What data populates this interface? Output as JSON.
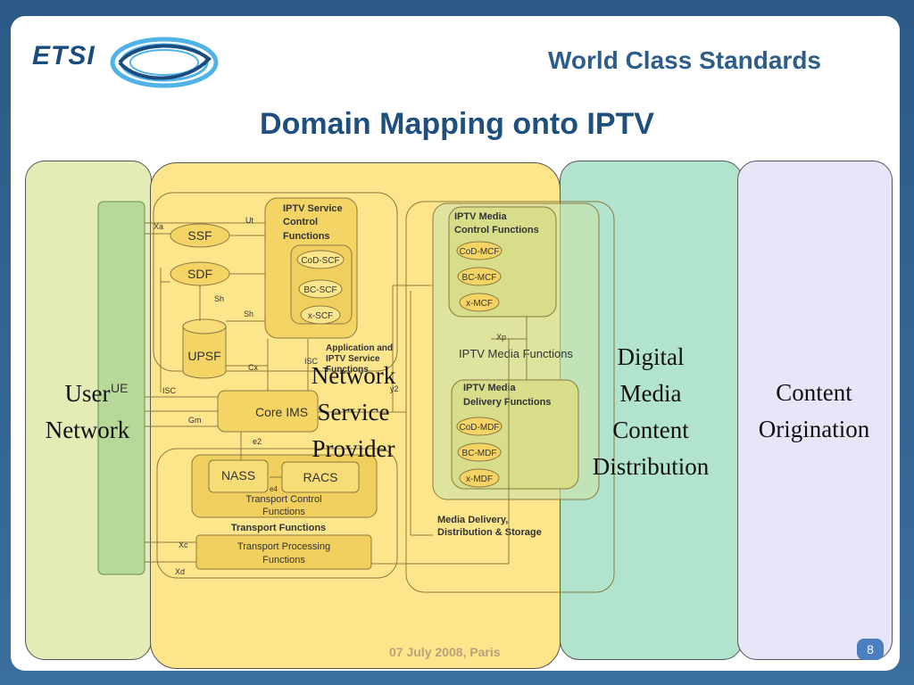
{
  "header": {
    "logo_text": "ETSI",
    "tagline": "World Class Standards",
    "title": "Domain Mapping onto IPTV"
  },
  "domains": {
    "user": [
      "User",
      "Network"
    ],
    "nsp": [
      "Network",
      "Service",
      "Provider"
    ],
    "dmcd": [
      "Digital",
      "Media",
      "Content",
      "Distribution"
    ],
    "co": [
      "Content",
      "Origination"
    ]
  },
  "diagram": {
    "ue": "UE",
    "ssf": "SSF",
    "sdf": "SDF",
    "upsf": "UPSF",
    "core_ims": "Core IMS",
    "nass": "NASS",
    "racs": "RACS",
    "iptv_scf_title": [
      "IPTV Service",
      "Control",
      "Functions"
    ],
    "cod_scf": "CoD-SCF",
    "bc_scf": "BC-SCF",
    "x_scf": "x-SCF",
    "app_iptv": [
      "Application and",
      "IPTV Service",
      "Functions"
    ],
    "iptv_mcf_title": [
      "IPTV Media",
      "Control Functions"
    ],
    "cod_mcf": "CoD-MCF",
    "bc_mcf": "BC-MCF",
    "x_mcf": "x-MCF",
    "iptv_media_functions": "IPTV Media Functions",
    "iptv_mdf_title": [
      "IPTV Media",
      "Delivery  Functions"
    ],
    "cod_mdf": "CoD-MDF",
    "bc_mdf": "BC-MDF",
    "x_mdf": "x-MDF",
    "transport_control": [
      "Transport Control",
      "Functions"
    ],
    "transport_functions": "Transport Functions",
    "transport_processing": [
      "Transport Processing",
      "Functions"
    ],
    "media_delivery": [
      "Media Delivery,",
      "Distribution & Storage"
    ],
    "ref_points": {
      "xa": "Xa",
      "ut": "Ut",
      "sh1": "Sh",
      "sh2": "Sh",
      "cx": "Cx",
      "isc1": "ISC",
      "isc2": "ISC",
      "y2": "y2",
      "gm": "Gm",
      "e2": "e2",
      "e4": "e4",
      "xp": "Xp",
      "xc": "Xc",
      "xd": "Xd"
    }
  },
  "footer": {
    "date": "07 July 2008, Paris",
    "page": "8"
  },
  "colors": {
    "user": "#e3ecb4",
    "nsp": "#fde58c",
    "dmcd": "#b2e3cc",
    "co": "#e6e6f8",
    "title": "#1f4f7c"
  }
}
